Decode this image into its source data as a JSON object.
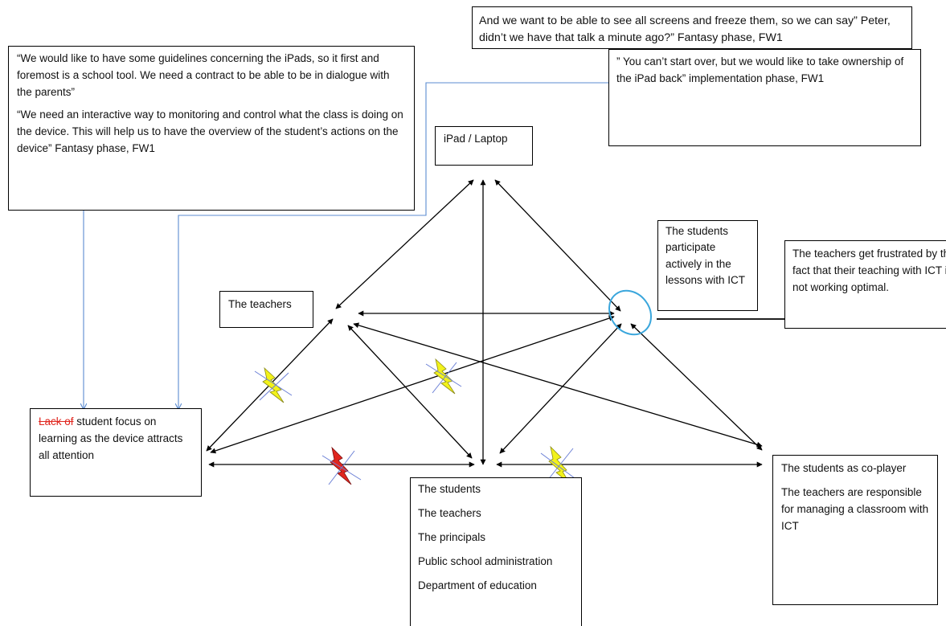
{
  "boxes": {
    "guidelines_quote": "“We would like to have some guidelines concerning the iPads, so it first and foremost is a school tool. We need a contract to be able to be in dialogue with the parents”",
    "monitoring_quote": "“We need an interactive way to monitoring and control what the class is doing on the device. This will help us to have the overview of the student’s actions on the device” Fantasy phase, FW1",
    "freeze_quote": "And we want to be able to see all screens and freeze them, so we can say” Peter, didn’t we have that talk a minute ago?” Fantasy phase, FW1",
    "ownership_quote": "” You can’t start over, but we would like to take ownership of the iPad back” implementation phase, FW1",
    "tool": "iPad / Laptop",
    "subject": "The teachers",
    "students_participate": "The students participate actively in the lessons with ICT",
    "frustration": "The teachers get frustrated by the fact that their teaching with ICT is not working optimal.",
    "object_struck": "Lack of",
    "object_rest": " student focus on learning as the device attracts all attention",
    "community": [
      "The students",
      "The teachers",
      "The principals",
      "Public school administration",
      "Department of education"
    ],
    "division_title": "The students as co-player",
    "division_text": "The teachers are responsible for managing a classroom with ICT"
  },
  "icons": [
    "lightning-icon",
    "lightning-icon",
    "lightning-icon",
    "lightning-icon"
  ],
  "colors": {
    "arrows": "#000000",
    "connectors": "#5b8bd0",
    "outcome_ellipse": "#3aa6dc",
    "lightning_yellow": "#f2f21a",
    "lightning_red": "#e0261e",
    "cross_lines": "#6a7fd6",
    "strikethrough": "#e0261e"
  }
}
